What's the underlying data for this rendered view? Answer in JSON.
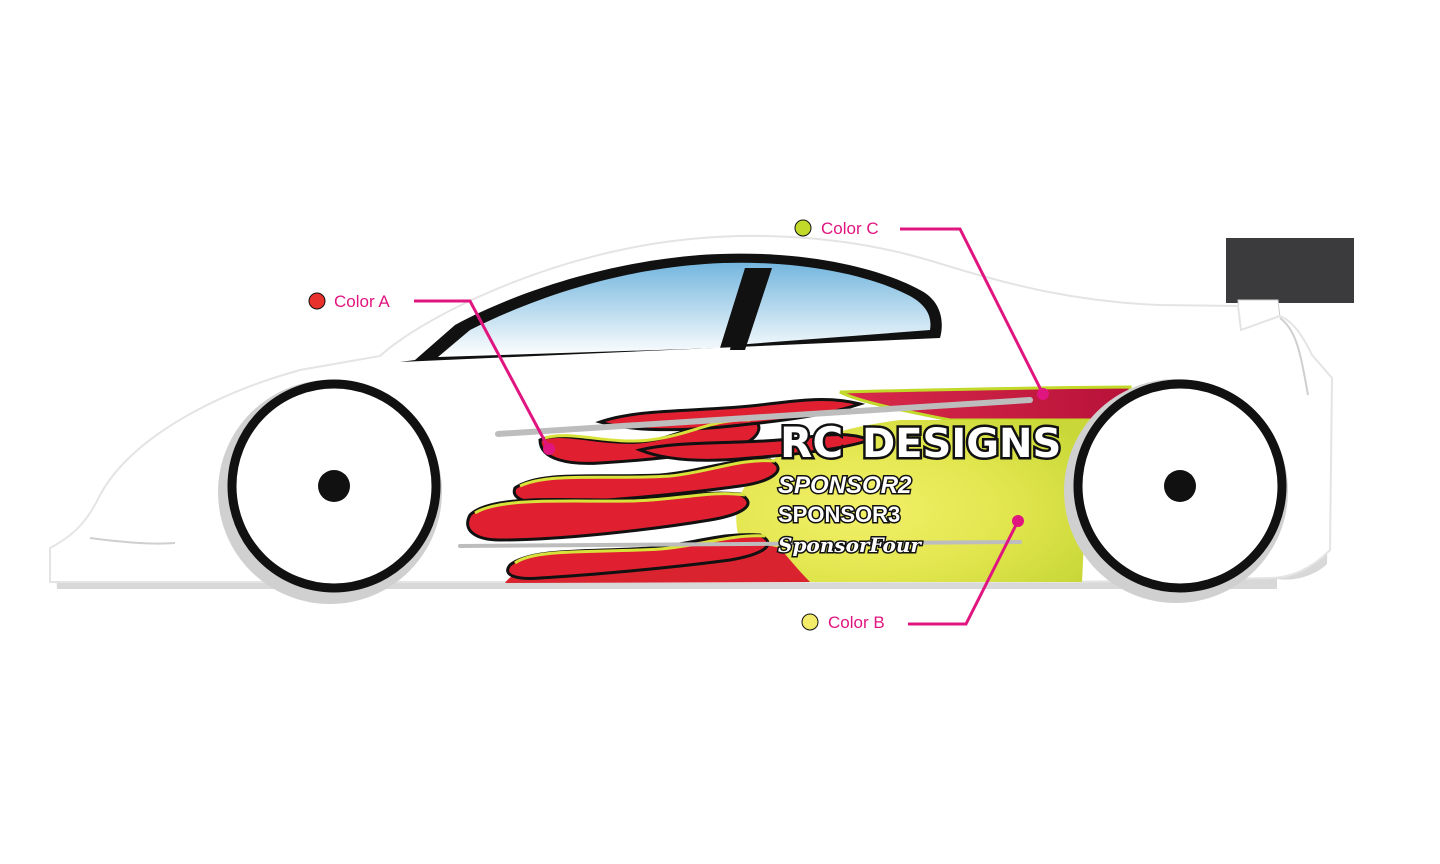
{
  "colors": {
    "callout_line": "#e0157f",
    "callout_text": "#e0157f",
    "color_a": "#e8312c",
    "color_b": "#f2ec6a",
    "color_c": "#c3d92a",
    "flame_red": "#d92430",
    "body_outline": "#222222",
    "wing": "#3b3b3d",
    "window_top": "#7fbce0"
  },
  "callouts": {
    "a": {
      "label": "Color A"
    },
    "b": {
      "label": "Color B"
    },
    "c": {
      "label": "Color C"
    }
  },
  "decals": {
    "logo_left": "RC",
    "logo_right": "DESIGNS",
    "sponsor2": "SPONSOR2",
    "sponsor3": "SPONSOR3",
    "sponsor4": "SponsorFour"
  }
}
